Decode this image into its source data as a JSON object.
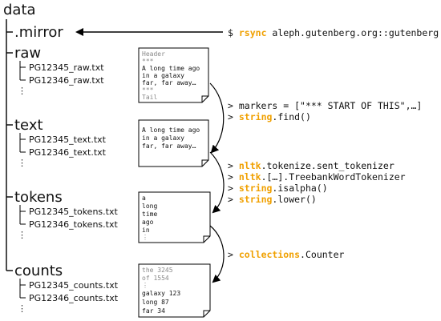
{
  "root_label": "data",
  "folders": [
    {
      "label": ".mirror",
      "files": []
    },
    {
      "label": "raw",
      "files": [
        "PG12345_raw.txt",
        "PG12346_raw.txt"
      ]
    },
    {
      "label": "text",
      "files": [
        "PG12345_text.txt",
        "PG12346_text.txt"
      ]
    },
    {
      "label": "tokens",
      "files": [
        "PG12345_tokens.txt",
        "PG12346_tokens.txt"
      ]
    },
    {
      "label": "counts",
      "files": [
        "PG12345_counts.txt",
        "PG12346_counts.txt"
      ]
    }
  ],
  "ellipsis": "⋮",
  "docs": {
    "raw": [
      "Header",
      "***",
      "A long time ago",
      "in a galaxy",
      "far, far away…",
      "***",
      "Tail"
    ],
    "text": [
      "A long time ago",
      "in a galaxy",
      "far, far away…"
    ],
    "tokens": [
      "a",
      "long",
      "time",
      "ago",
      "in",
      "⋮"
    ],
    "counts": [
      "the 3245",
      "of 1554",
      "⋮",
      "galaxy 123",
      "long 87",
      "far 34"
    ]
  },
  "commands": {
    "mirror": {
      "prompt": "$",
      "keyword": "rsync",
      "rest": " aleph.gutenberg.org::gutenberg"
    },
    "raw_to_text": [
      {
        "prompt": ">",
        "keyword": "",
        "rest": " markers = [\"*** START OF THIS\",…]"
      },
      {
        "prompt": ">",
        "keyword": "string",
        "rest": ".find()"
      }
    ],
    "text_to_tokens": [
      {
        "prompt": ">",
        "keyword": "nltk",
        "rest": ".tokenize.sent_tokenizer"
      },
      {
        "prompt": ">",
        "keyword": "nltk",
        "rest": ".[…].TreebankWordTokenizer"
      },
      {
        "prompt": ">",
        "keyword": "string",
        "rest": ".isalpha()"
      },
      {
        "prompt": ">",
        "keyword": "string",
        "rest": ".lower()"
      }
    ],
    "tokens_to_counts": [
      {
        "prompt": ">",
        "keyword": "collections",
        "rest": ".Counter"
      }
    ]
  },
  "colors": {
    "keyword": "#f0a000",
    "text": "#111111",
    "muted": "#888888"
  }
}
